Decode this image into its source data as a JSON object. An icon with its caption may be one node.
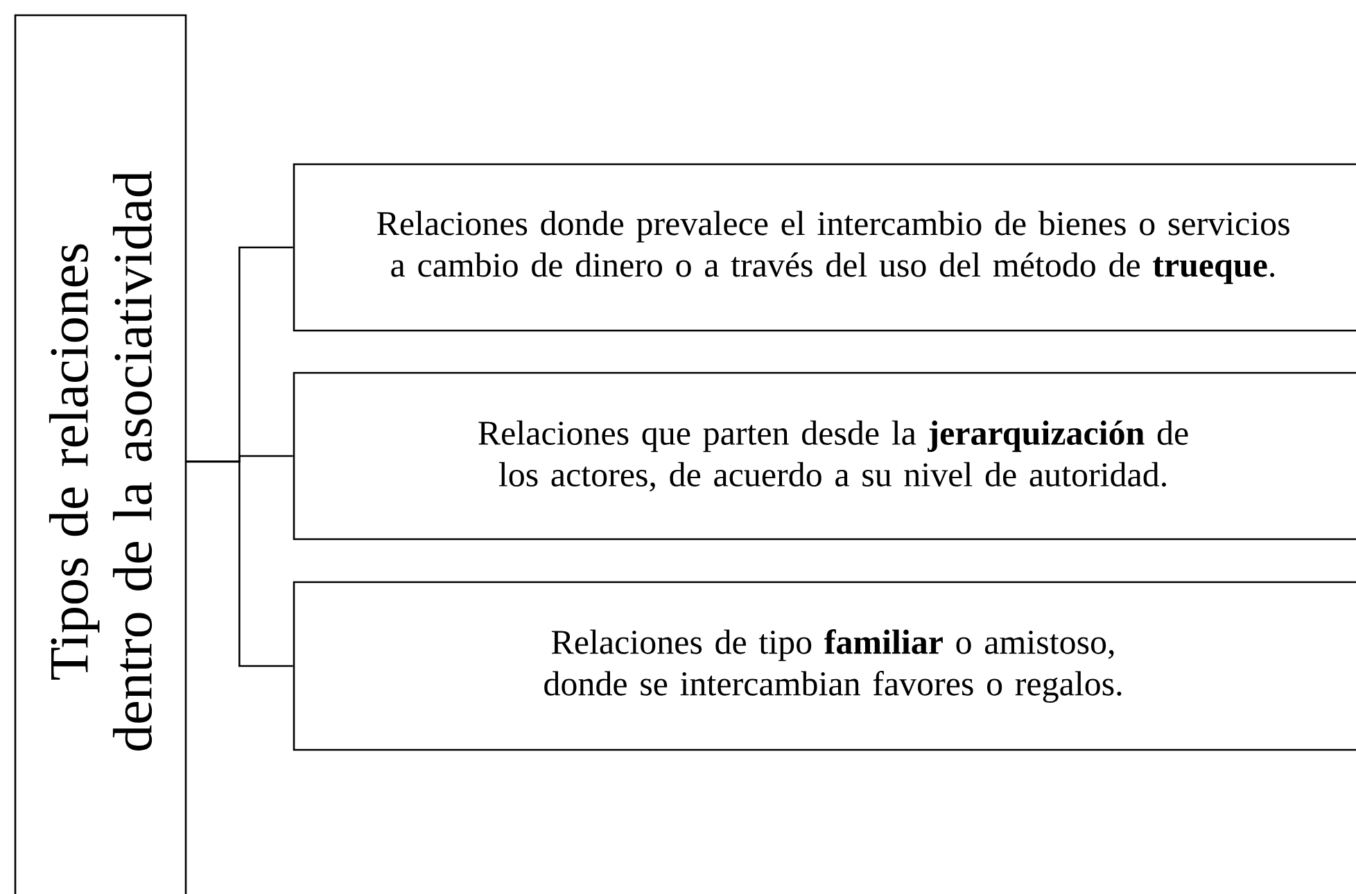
{
  "diagram": {
    "nodes": [
      {
        "text": [
          "Tipos de relaciones dentro de la asociatividad"
        ]
      },
      {
        "text": [
          "Relaciones donde prevalece el intercambio de bienes o servicios a cambio de dinero o a través del uso del método de **trueque**."
        ]
      },
      {
        "text": [
          "Relaciones que parten desde la **jerarquización** de los actores, de acuerdo a su nivel de autoridad."
        ]
      },
      {
        "text": [
          "Relaciones de tipo **familiar** o amistoso, donde se intercambian favores o regalos."
        ]
      }
    ],
    "edges": [
      {
        "from": 0,
        "to": 1,
        "arrow": "none"
      },
      {
        "from": 0,
        "to": 2,
        "arrow": "none"
      },
      {
        "from": 0,
        "to": 3,
        "arrow": "none"
      }
    ]
  }
}
